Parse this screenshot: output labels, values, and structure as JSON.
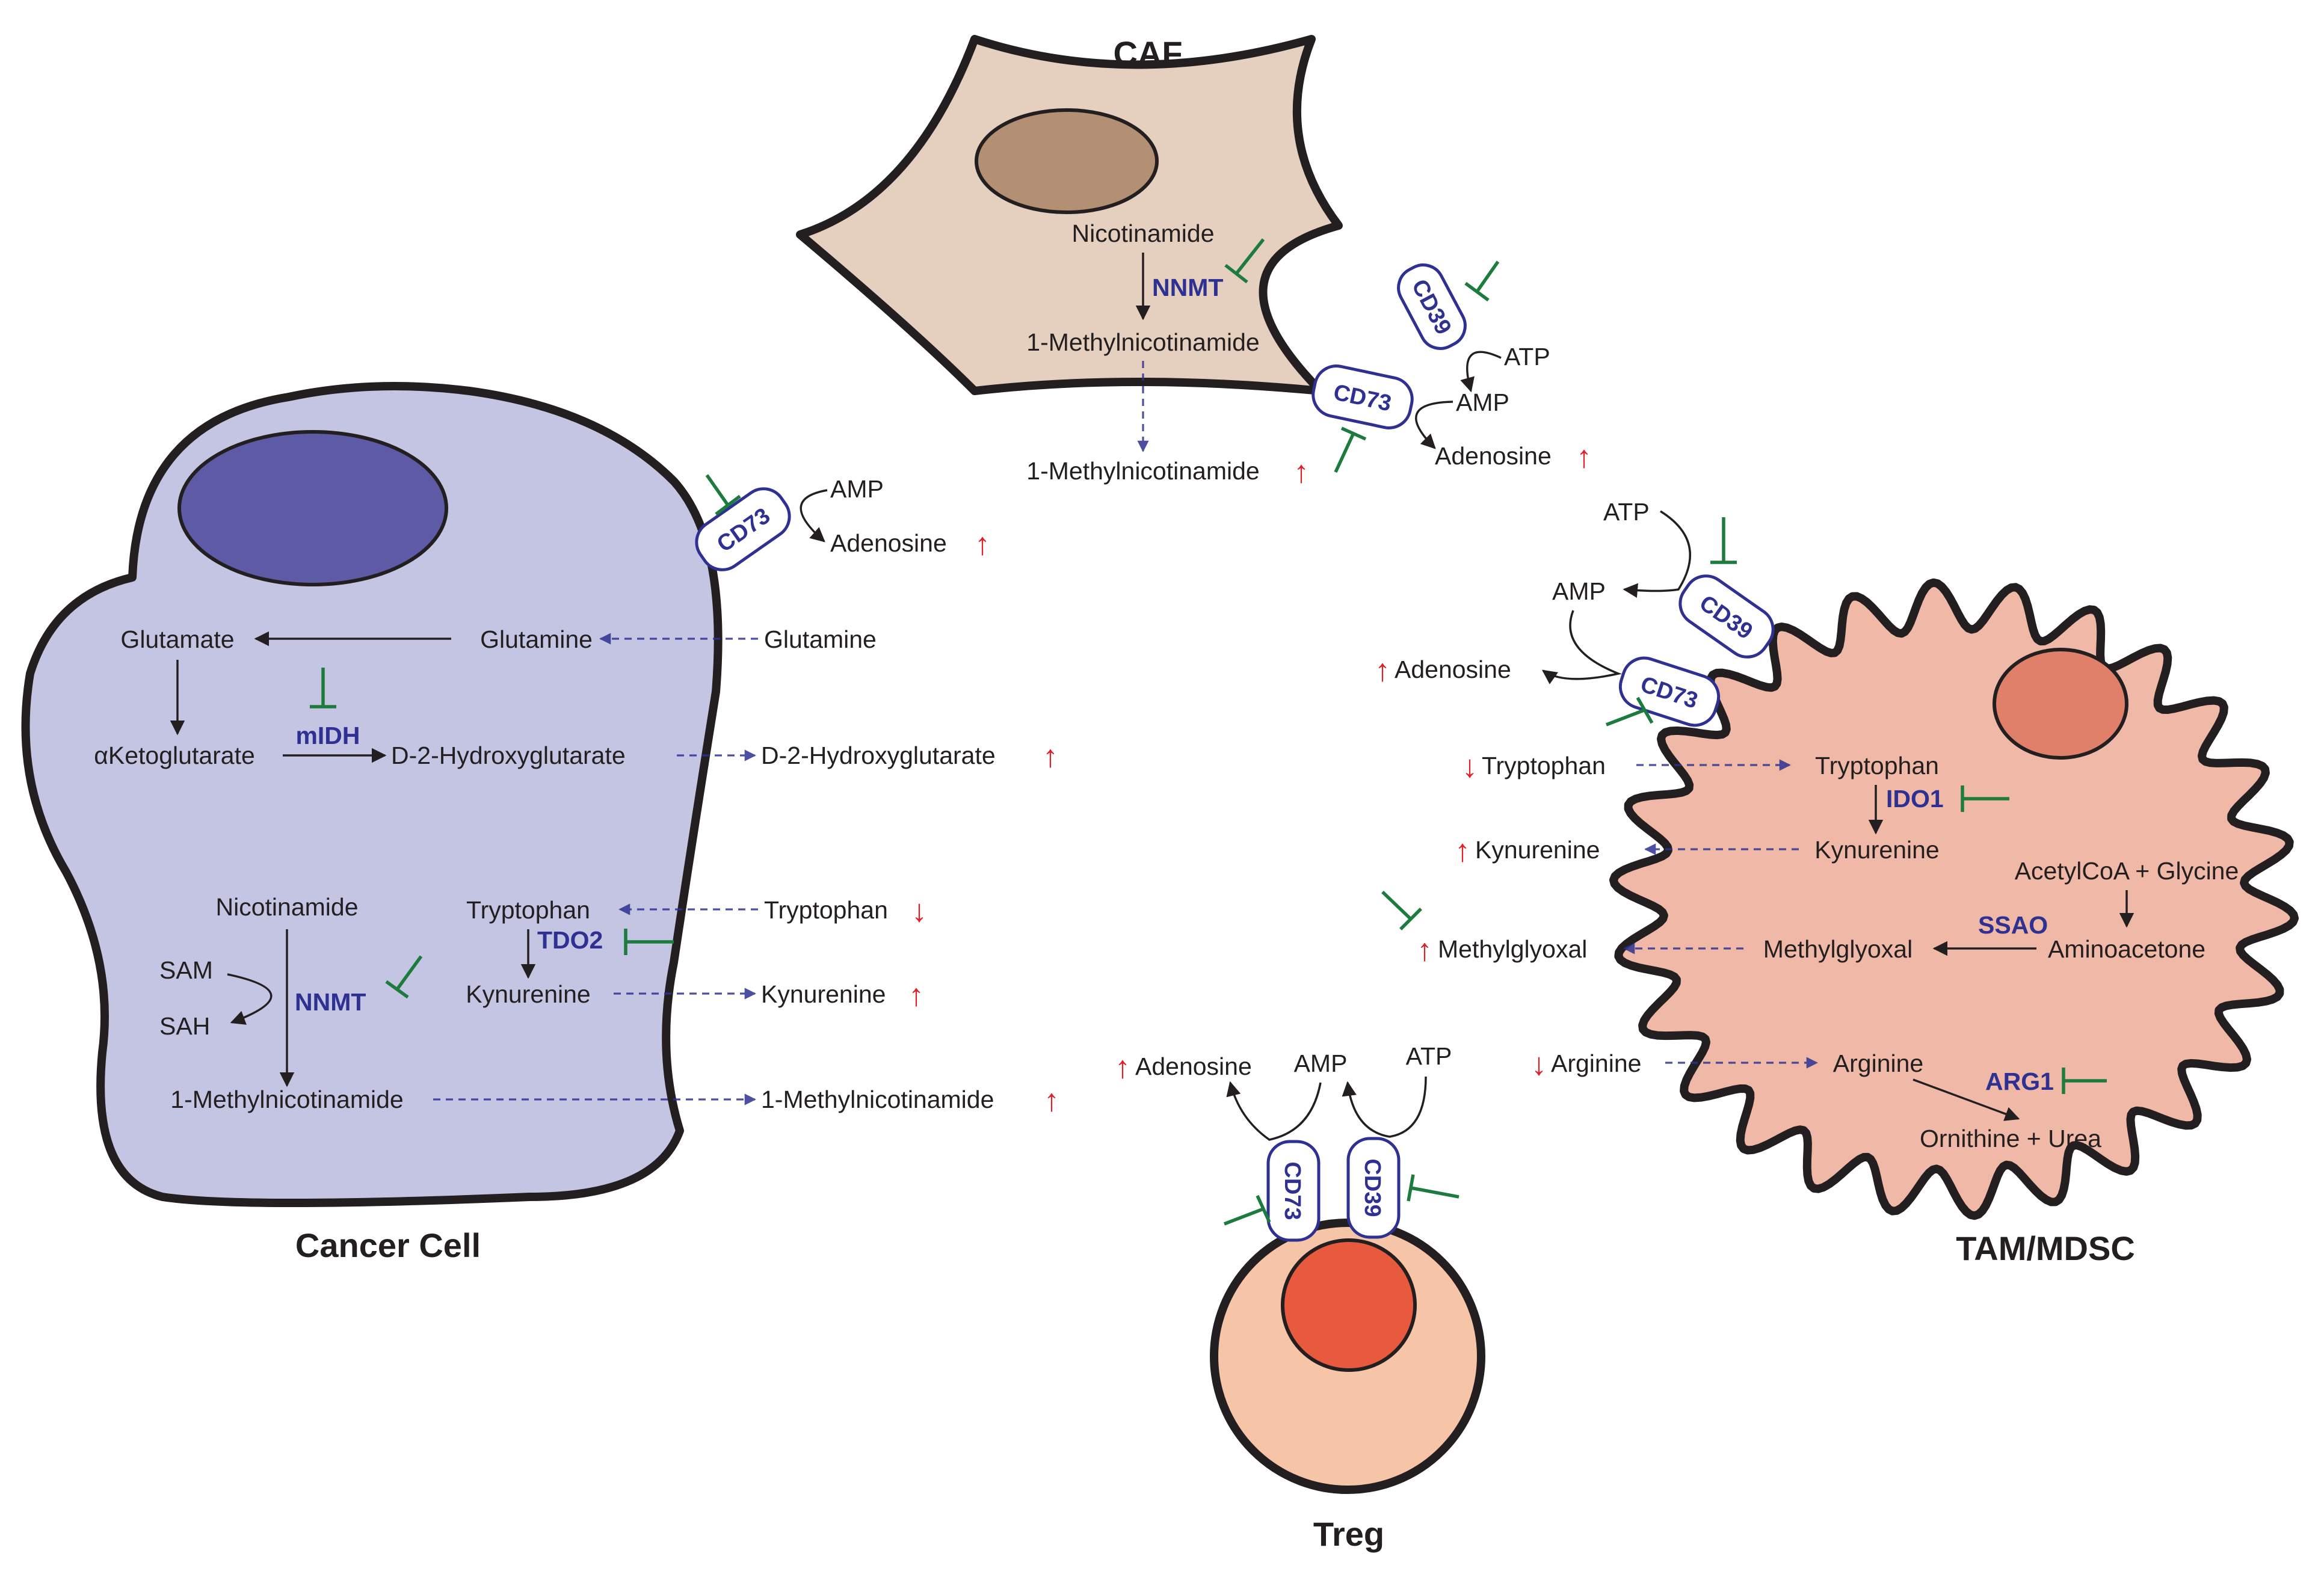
{
  "cells": {
    "caf": "CAF",
    "cancer": "Cancer Cell",
    "tam": "TAM/MDSC",
    "treg": "Treg"
  },
  "caf": {
    "nicotinamide": "Nicotinamide",
    "nnmt": "NNMT",
    "mna_in": "1-Methylnicotinamide",
    "mna_out": "1-Methylnicotinamide",
    "cd39": "CD39",
    "cd73": "CD73",
    "atp": "ATP",
    "amp": "AMP",
    "adenosine": "Adenosine"
  },
  "cancer": {
    "cd73": "CD73",
    "amp": "AMP",
    "adenosine": "Adenosine",
    "glutamate": "Glutamate",
    "glutamine_in": "Glutamine",
    "glutamine_out": "Glutamine",
    "akg": "αKetoglutarate",
    "midh": "mIDH",
    "d2hg_in": "D-2-Hydroxyglutarate",
    "d2hg_out": "D-2-Hydroxyglutarate",
    "nicotinamide": "Nicotinamide",
    "sam": "SAM",
    "sah": "SAH",
    "nnmt": "NNMT",
    "mna_in": "1-Methylnicotinamide",
    "mna_out": "1-Methylnicotinamide",
    "trp_in": "Tryptophan",
    "trp_out": "Tryptophan",
    "tdo2": "TDO2",
    "kyn_in": "Kynurenine",
    "kyn_out": "Kynurenine"
  },
  "tam": {
    "atp": "ATP",
    "amp": "AMP",
    "cd39": "CD39",
    "cd73": "CD73",
    "adenosine": "Adenosine",
    "trp_out": "Tryptophan",
    "trp_in": "Tryptophan",
    "ido1": "IDO1",
    "kyn_out": "Kynurenine",
    "kyn_in": "Kynurenine",
    "acetylcoa": "AcetylCoA + Glycine",
    "ssao": "SSAO",
    "aminoacetone": "Aminoacetone",
    "mg_in": "Methylglyoxal",
    "mg_out": "Methylglyoxal",
    "arg_out": "Arginine",
    "arg_in": "Arginine",
    "arg1": "ARG1",
    "ornithine": "Ornithine + Urea"
  },
  "treg": {
    "adenosine": "Adenosine",
    "amp": "AMP",
    "atp": "ATP",
    "cd73": "CD73",
    "cd39": "CD39"
  },
  "markers": {
    "up": "↑",
    "down": "↓"
  },
  "colors": {
    "enzyme": "#2e3192",
    "inhibitor": "#1d7b3d",
    "change_arrow": "#e21e26",
    "caf_fill": "#e5cfbe",
    "caf_nucleus": "#b38f73",
    "cancer_fill": "#c4c5e3",
    "cancer_nucleus": "#5d5ba5",
    "tam_fill": "#f0b8a6",
    "tam_nucleus": "#e0806b",
    "treg_fill": "#f6c4a6",
    "treg_nucleus": "#e85a3e"
  }
}
